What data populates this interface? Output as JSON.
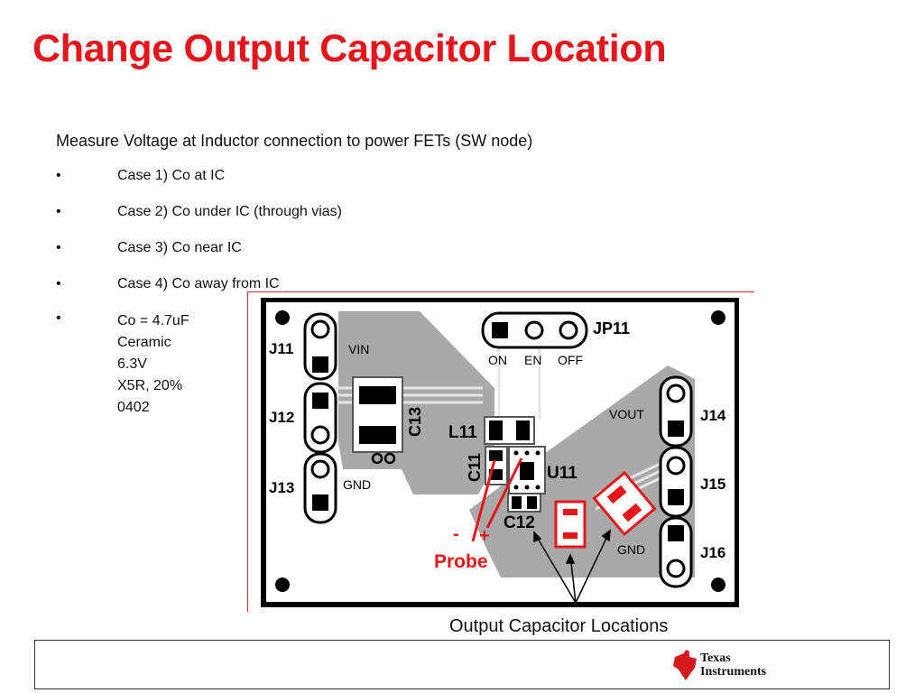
{
  "title": "Change Output Capacitor Location",
  "intro": "Measure Voltage at Inductor connection to power FETs (SW node)",
  "bullet_marker": "•",
  "bullets": [
    "Case 1) Co at IC",
    "Case 2) Co under IC (through vias)",
    "Case 3) Co near IC",
    "Case 4) Co away from IC"
  ],
  "spec_lines": [
    "Co = 4.7uF",
    "Ceramic",
    "6.3V",
    "X5R, 20%",
    "0402"
  ],
  "pcb": {
    "labels": {
      "j11": "J11",
      "j12": "J12",
      "j13": "J13",
      "j14": "J14",
      "j15": "J15",
      "j16": "J16",
      "vin": "VIN",
      "gnd_left": "GND",
      "gnd_right": "GND",
      "vout": "VOUT",
      "jp11": "JP11",
      "on": "ON",
      "en": "EN",
      "off": "OFF",
      "c13": "C13",
      "l11": "L11",
      "c11": "C11",
      "u11": "U11",
      "c12": "C12"
    },
    "probe": {
      "minus": "-",
      "plus": "+",
      "label": "Probe"
    }
  },
  "caption": "Output Capacitor Locations",
  "logo": {
    "line1": "Texas",
    "line2": "Instruments"
  },
  "colors": {
    "title": "#e8141b",
    "highlight": "#e8141b",
    "copper": "#a9a9a9"
  }
}
